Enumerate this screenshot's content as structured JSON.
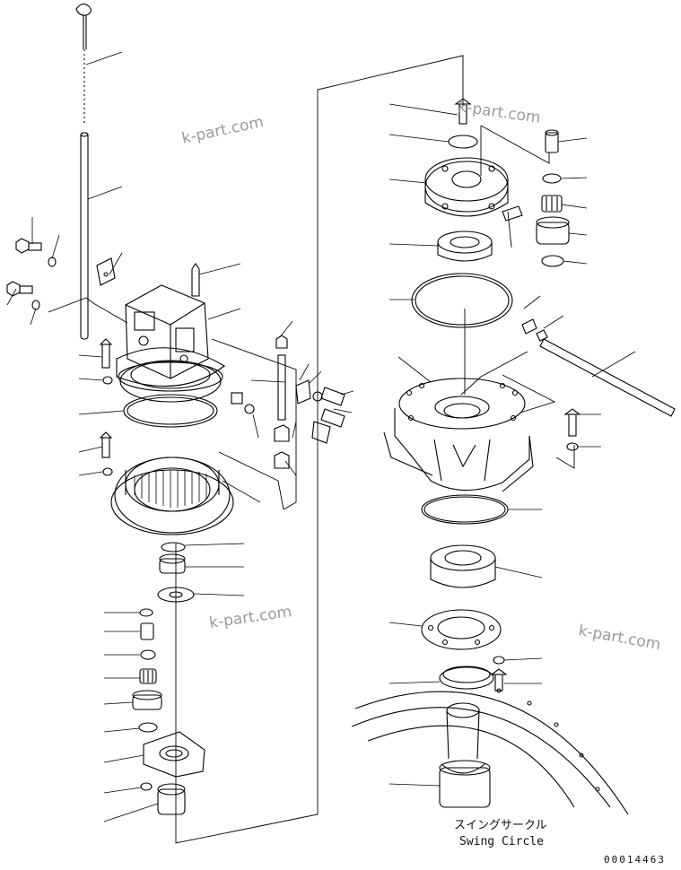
{
  "watermarks": [
    "k-part.com",
    "k-part.com",
    "k-part.com",
    "k-part.com"
  ],
  "swing_circle": {
    "label_jp": "スイングサークル",
    "label_en": "Swing Circle"
  },
  "footer": {
    "illustration_number": "00014463"
  },
  "colors": {
    "line": "#000000",
    "watermark": "#9a9a9a",
    "background": "#ffffff"
  }
}
